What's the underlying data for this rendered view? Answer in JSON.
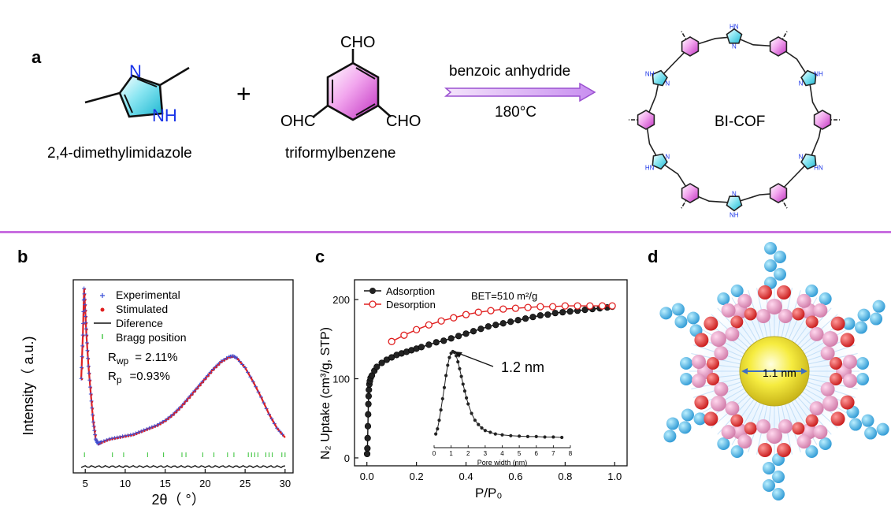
{
  "panels": {
    "a": "a",
    "b": "b",
    "c": "c",
    "d": "d"
  },
  "colors": {
    "divider": "#c86ee0",
    "imidazole_fill": "#4cd6e8",
    "benzene_fill": "#e060d8",
    "nitrogen": "#1a34e8",
    "arrow_fill": "#d8a8f0",
    "arrow_stroke": "#9a50d0",
    "experimental": "#3a4fd8",
    "stimulated": "#e02020",
    "bragg": "#30c030",
    "desorption": "#e02020",
    "adsorption": "#111111",
    "atom_blue": "#4ab8e8",
    "atom_red": "#e03030",
    "atom_pink": "#e89ac8",
    "pore_yellow": "#f0e040"
  },
  "reaction": {
    "reactant1": {
      "name": "2,4-dimethylimidazole",
      "n_top": "N",
      "n_bottom": "NH"
    },
    "plus": "+",
    "reactant2": {
      "name": "triformylbenzene",
      "cho_top": "CHO",
      "cho_left": "OHC",
      "cho_right": "CHO"
    },
    "condition_top": "benzoic anhydride",
    "condition_bottom": "180°C",
    "product": {
      "label": "BI-COF",
      "nh": "NH",
      "hn": "HN",
      "n": "N"
    }
  },
  "chart_data": [
    {
      "panel": "b",
      "type": "line",
      "xlabel": "2θ（ °）",
      "ylabel": "Intensity（ a.u.)",
      "xlim": [
        3.5,
        31
      ],
      "xticks": [
        "5",
        "10",
        "15",
        "20",
        "25",
        "30"
      ],
      "legend": [
        "Experimental",
        "Stimulated",
        "Diference",
        "Bragg position"
      ],
      "legend_placement": "top-right",
      "annotations": [
        {
          "label": "R",
          "sub": "wp",
          "value": "= 2.11%"
        },
        {
          "label": "R",
          "sub": "p",
          "value": "=0.93%"
        }
      ],
      "profile": {
        "x": [
          4.5,
          4.7,
          4.85,
          5.0,
          5.15,
          5.4,
          5.7,
          6.0,
          6.3,
          6.6,
          7,
          8,
          9,
          10,
          11,
          12,
          13,
          14,
          15,
          16,
          17,
          18,
          19,
          20,
          21,
          22,
          23,
          23.5,
          24,
          25,
          26,
          27,
          28,
          29,
          30
        ],
        "y": [
          0.42,
          0.7,
          1.0,
          0.86,
          0.7,
          0.5,
          0.32,
          0.14,
          0.03,
          0.0,
          0.01,
          0.03,
          0.04,
          0.05,
          0.06,
          0.08,
          0.1,
          0.12,
          0.15,
          0.19,
          0.24,
          0.3,
          0.36,
          0.42,
          0.48,
          0.53,
          0.56,
          0.565,
          0.55,
          0.49,
          0.4,
          0.3,
          0.19,
          0.1,
          0.04
        ]
      },
      "bragg_positions": [
        4.9,
        8.4,
        9.8,
        12.8,
        14.8,
        17.1,
        17.6,
        19.7,
        21.1,
        22.8,
        23.6,
        25.4,
        25.8,
        26.2,
        26.6,
        27.6,
        28.0,
        28.4,
        29.6,
        30.0
      ]
    },
    {
      "panel": "c",
      "type": "scatter",
      "xlabel": "P/P₀",
      "ylabel": "N₂ Uptake (cm³/g, STP)",
      "xlim": [
        -0.05,
        1.05
      ],
      "ylim": [
        -10,
        225
      ],
      "xticks": [
        0.0,
        0.2,
        0.4,
        0.6,
        0.8,
        1.0
      ],
      "yticks": [
        0,
        100,
        200
      ],
      "annotation": "BET=510 m²/g",
      "legend_placement": "top-left",
      "series": [
        {
          "name": "Adsorption",
          "x": [
            0.001,
            0.002,
            0.003,
            0.004,
            0.005,
            0.006,
            0.007,
            0.008,
            0.01,
            0.012,
            0.015,
            0.02,
            0.03,
            0.04,
            0.06,
            0.08,
            0.1,
            0.12,
            0.14,
            0.16,
            0.18,
            0.2,
            0.22,
            0.25,
            0.28,
            0.31,
            0.34,
            0.37,
            0.4,
            0.43,
            0.46,
            0.49,
            0.52,
            0.55,
            0.58,
            0.61,
            0.64,
            0.67,
            0.7,
            0.73,
            0.76,
            0.79,
            0.82,
            0.85,
            0.88,
            0.91,
            0.94,
            0.97,
            0.99
          ],
          "y": [
            5,
            12,
            25,
            40,
            55,
            68,
            78,
            86,
            93,
            97,
            101,
            104,
            110,
            115,
            120,
            124,
            127,
            130,
            132,
            134,
            136,
            138,
            140,
            143,
            146,
            148,
            151,
            154,
            157,
            160,
            163,
            166,
            168,
            170,
            172,
            174,
            176,
            178,
            180,
            181,
            183,
            184,
            185,
            186,
            187,
            188,
            189,
            190,
            191
          ]
        },
        {
          "name": "Desorption",
          "x": [
            0.1,
            0.15,
            0.2,
            0.25,
            0.3,
            0.35,
            0.4,
            0.45,
            0.5,
            0.55,
            0.6,
            0.65,
            0.7,
            0.75,
            0.8,
            0.85,
            0.9,
            0.95,
            0.99
          ],
          "y": [
            147,
            155,
            162,
            168,
            173,
            177,
            181,
            184,
            186,
            188,
            189,
            190,
            191,
            191,
            192,
            192,
            192,
            192,
            192
          ]
        }
      ],
      "inset": {
        "type": "line",
        "xlabel": "Pore width (nm)",
        "xlim": [
          0,
          8
        ],
        "xticks": [
          "0",
          "1",
          "2",
          "3",
          "4",
          "5",
          "6",
          "7",
          "8"
        ],
        "annotation": "1.2 nm",
        "x": [
          0.1,
          0.2,
          0.3,
          0.4,
          0.5,
          0.6,
          0.7,
          0.8,
          0.9,
          1.0,
          1.1,
          1.2,
          1.3,
          1.4,
          1.5,
          1.6,
          1.7,
          1.8,
          1.9,
          2.0,
          2.2,
          2.4,
          2.6,
          2.8,
          3.0,
          3.3,
          3.6,
          4.0,
          4.5,
          5.0,
          5.5,
          6.0,
          6.5,
          7.0,
          7.5
        ],
        "y": [
          0.04,
          0.1,
          0.2,
          0.32,
          0.45,
          0.58,
          0.72,
          0.84,
          0.93,
          0.98,
          1.0,
          0.99,
          0.95,
          0.88,
          0.8,
          0.71,
          0.62,
          0.54,
          0.46,
          0.39,
          0.28,
          0.2,
          0.15,
          0.11,
          0.08,
          0.06,
          0.04,
          0.03,
          0.02,
          0.015,
          0.01,
          0.01,
          0.005,
          0.005,
          0.0
        ]
      }
    }
  ],
  "pore_model": {
    "label": "1.1 nm"
  }
}
